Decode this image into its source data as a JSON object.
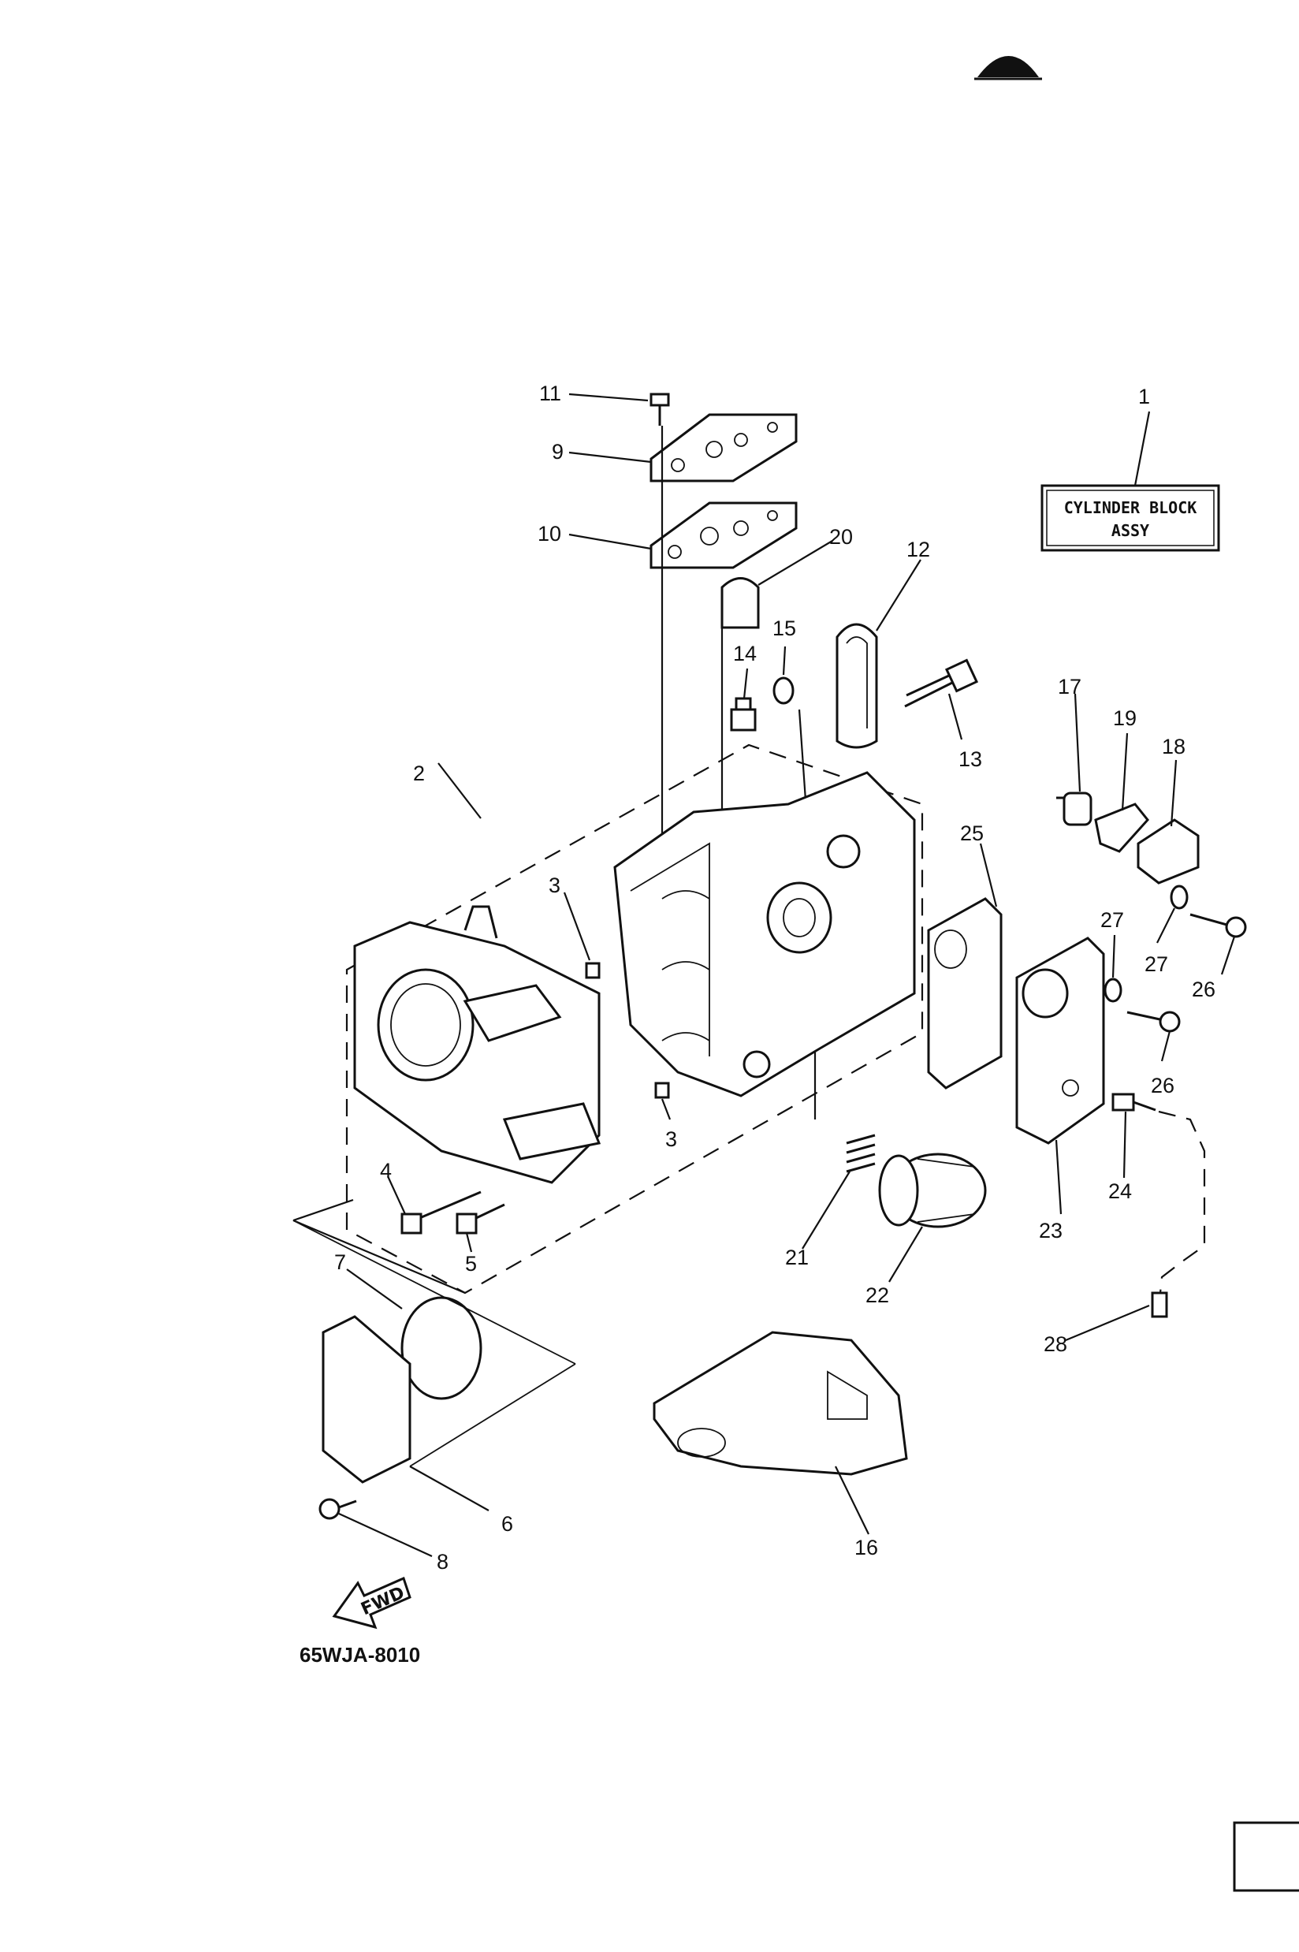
{
  "diagram": {
    "drawing_code": "65WJA-8010",
    "assembly_box": {
      "line1": "CYLINDER BLOCK",
      "line2": "ASSY"
    },
    "fwd_label": "FWD",
    "part_labels": [
      "1",
      "2",
      "3",
      "3",
      "4",
      "5",
      "6",
      "7",
      "8",
      "9",
      "10",
      "11",
      "12",
      "13",
      "14",
      "15",
      "16",
      "17",
      "18",
      "19",
      "20",
      "21",
      "22",
      "23",
      "24",
      "25",
      "26",
      "26",
      "27",
      "27",
      "28"
    ]
  }
}
